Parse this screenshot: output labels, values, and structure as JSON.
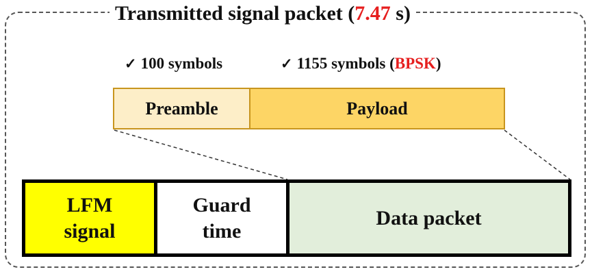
{
  "title": {
    "prefix": "Transmitted signal packet (",
    "duration": "7.47",
    "suffix": " s)"
  },
  "preamble_note": {
    "check": "✓",
    "text": "100 symbols"
  },
  "payload_note": {
    "check": "✓",
    "text": "1155 symbols (",
    "modulation": "BPSK",
    "close": ")"
  },
  "packet": {
    "preamble": "Preamble",
    "payload": "Payload"
  },
  "preamble_detail": {
    "lfm_line1": "LFM",
    "lfm_line2": "signal",
    "guard_line1": "Guard",
    "guard_line2": "time",
    "data": "Data packet"
  },
  "colors": {
    "highlight_red": "#e61e1e",
    "preamble_fill": "#fdeec8",
    "payload_fill": "#fdd565",
    "lfm_fill": "#ffff00",
    "data_fill": "#e2eedb"
  }
}
